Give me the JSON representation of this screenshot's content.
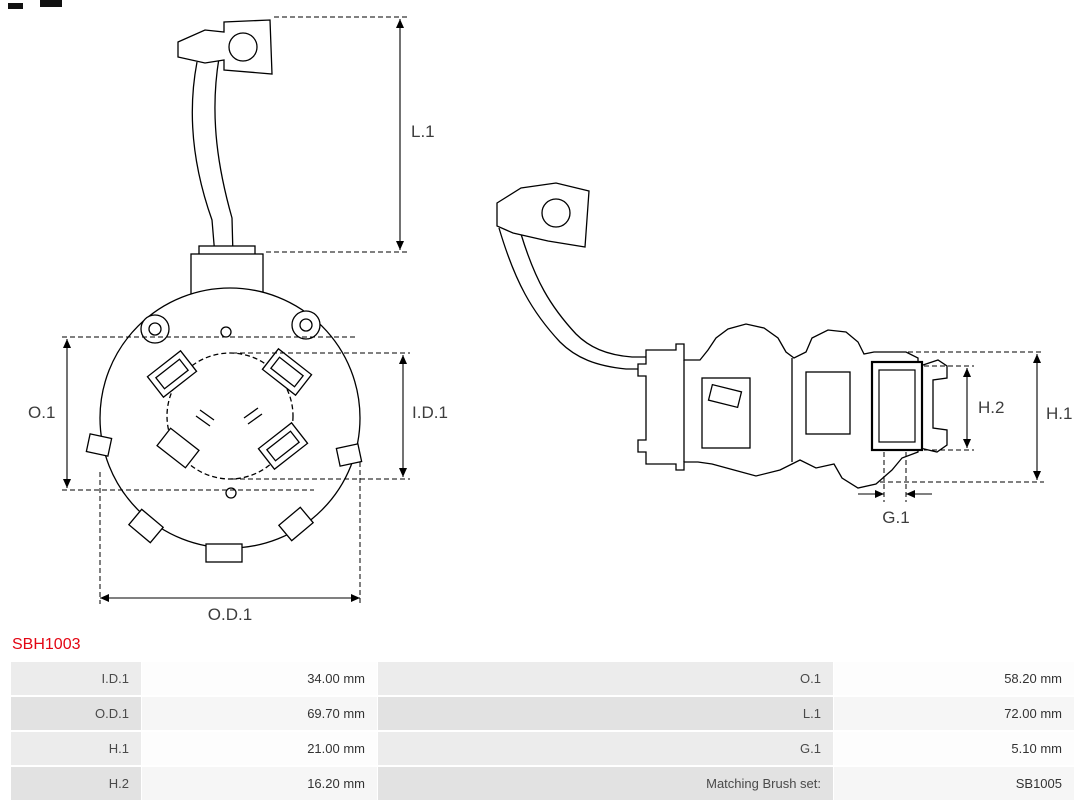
{
  "part_number": "SBH1003",
  "colors": {
    "part_number": "#e30613",
    "drawing_line": "#000000",
    "dimension_text": "#3d3d3d",
    "table_label_bg": "#ececec",
    "table_value_bg": "#ffffff"
  },
  "drawing": {
    "views": [
      {
        "name": "brush-holder front view"
      },
      {
        "name": "brush-holder side view"
      }
    ],
    "dimension_labels": {
      "l1": "L.1",
      "o1": "O.1",
      "id1": "I.D.1",
      "od1": "O.D.1",
      "h2": "H.2",
      "h1": "H.1",
      "g1": "G.1"
    }
  },
  "table": {
    "rows": [
      {
        "left_label": "I.D.1",
        "left_value": "34.00 mm",
        "right_label": "O.1",
        "right_value": "58.20 mm"
      },
      {
        "left_label": "O.D.1",
        "left_value": "69.70 mm",
        "right_label": "L.1",
        "right_value": "72.00 mm"
      },
      {
        "left_label": "H.1",
        "left_value": "21.00 mm",
        "right_label": "G.1",
        "right_value": "5.10 mm"
      },
      {
        "left_label": "H.2",
        "left_value": "16.20 mm",
        "right_label": "Matching Brush set:",
        "right_value": "SB1005"
      }
    ]
  }
}
